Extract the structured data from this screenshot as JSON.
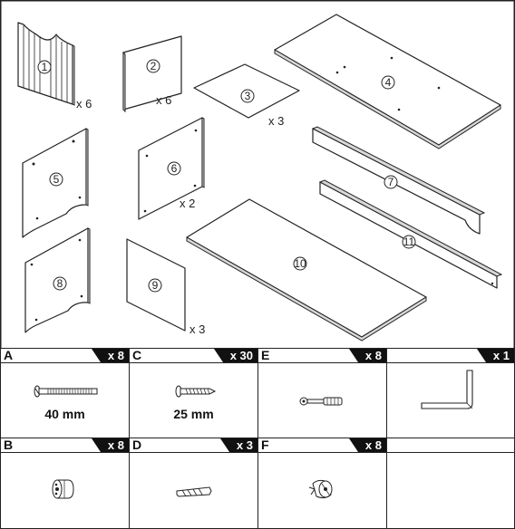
{
  "panels": [
    {
      "number": "1",
      "qty": "x 6"
    },
    {
      "number": "2",
      "qty": "x 6"
    },
    {
      "number": "3",
      "qty": "x 3"
    },
    {
      "number": "4",
      "qty": ""
    },
    {
      "number": "5",
      "qty": ""
    },
    {
      "number": "6",
      "qty": "x 2"
    },
    {
      "number": "7",
      "qty": ""
    },
    {
      "number": "8",
      "qty": ""
    },
    {
      "number": "9",
      "qty": "x 3"
    },
    {
      "number": "10",
      "qty": ""
    },
    {
      "number": "11",
      "qty": ""
    }
  ],
  "hardware": [
    {
      "letter": "A",
      "count": "x 8",
      "size": "40 mm",
      "icon": "long-screw-icon"
    },
    {
      "letter": "C",
      "count": "x 30",
      "size": "25 mm",
      "icon": "short-screw-icon"
    },
    {
      "letter": "E",
      "count": "x 8",
      "size": "",
      "icon": "cam-bolt-icon"
    },
    {
      "letter": "",
      "count": "x 1",
      "size": "",
      "icon": "allen-key-icon"
    },
    {
      "letter": "B",
      "count": "x 8",
      "size": "",
      "icon": "cam-lock-icon"
    },
    {
      "letter": "D",
      "count": "x 3",
      "size": "",
      "icon": "wooden-dowel-icon"
    },
    {
      "letter": "F",
      "count": "x 8",
      "size": "",
      "icon": "cam-connector-icon"
    },
    {
      "letter": "",
      "count": "",
      "size": "",
      "icon": ""
    }
  ]
}
